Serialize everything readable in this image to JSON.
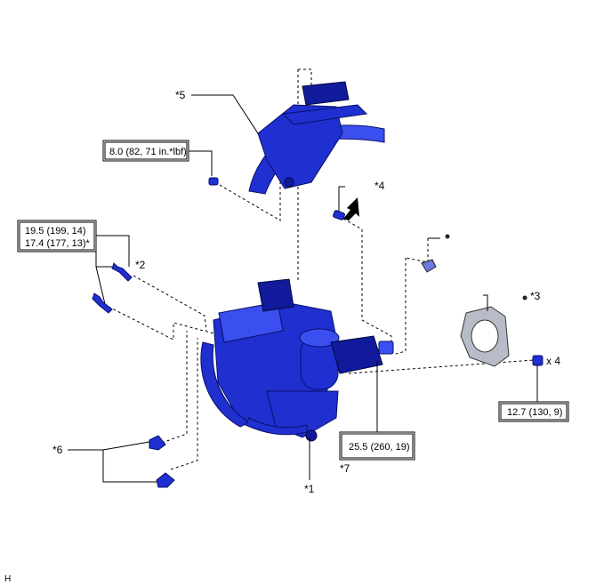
{
  "callouts": {
    "c1": "*1",
    "c2": "*2",
    "c3": "*3",
    "c4": "*4",
    "c5": "*5",
    "c6": "*6",
    "c7": "*7",
    "qty": "x 4"
  },
  "torque": {
    "t1": "8.0 (82, 71 in.*lbf)",
    "t2a": "19.5 (199, 14)",
    "t2b": "17.4 (177, 13)*",
    "t3": "12.7 (130, 9)",
    "t4": "25.5 (260, 19)"
  },
  "figure_code": "H",
  "colors": {
    "part_blue": "#1f2fd0",
    "part_dark": "#101a9a",
    "line": "#000000"
  }
}
